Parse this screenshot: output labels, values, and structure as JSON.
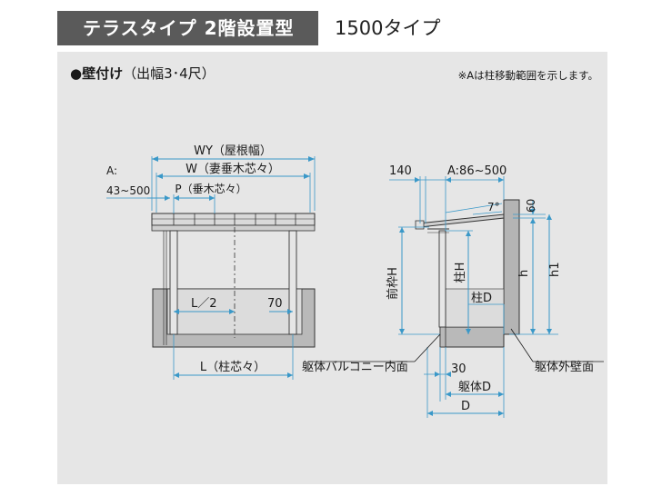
{
  "header": {
    "title": "テラスタイプ 2階設置型",
    "subtitle": "1500タイプ"
  },
  "section": {
    "label": "●壁付け",
    "note": "（出幅3･4尺）"
  },
  "legend_note": "※Aは柱移動範囲を示します。",
  "front_view": {
    "wy_label": "WY（屋根幅）",
    "w_label": "W（妻垂木芯々）",
    "p_label": "P（垂木芯々）",
    "a_label": "A:",
    "a_range": "43~500",
    "half_label": "L／2",
    "dim_70": "70",
    "l_label": "L（柱芯々）"
  },
  "side_view": {
    "dim_140": "140",
    "a_range": "A:86~500",
    "angle": "7°",
    "dim_60": "60",
    "front_h": "前枠H",
    "post_h": "柱H",
    "post_d": "柱D",
    "h": "h",
    "h1": "h1",
    "dim_30": "30",
    "body_d": "躯体D",
    "d": "D",
    "balcony_inner": "躯体バルコニー内面",
    "outer_wall": "躯体外壁面"
  }
}
